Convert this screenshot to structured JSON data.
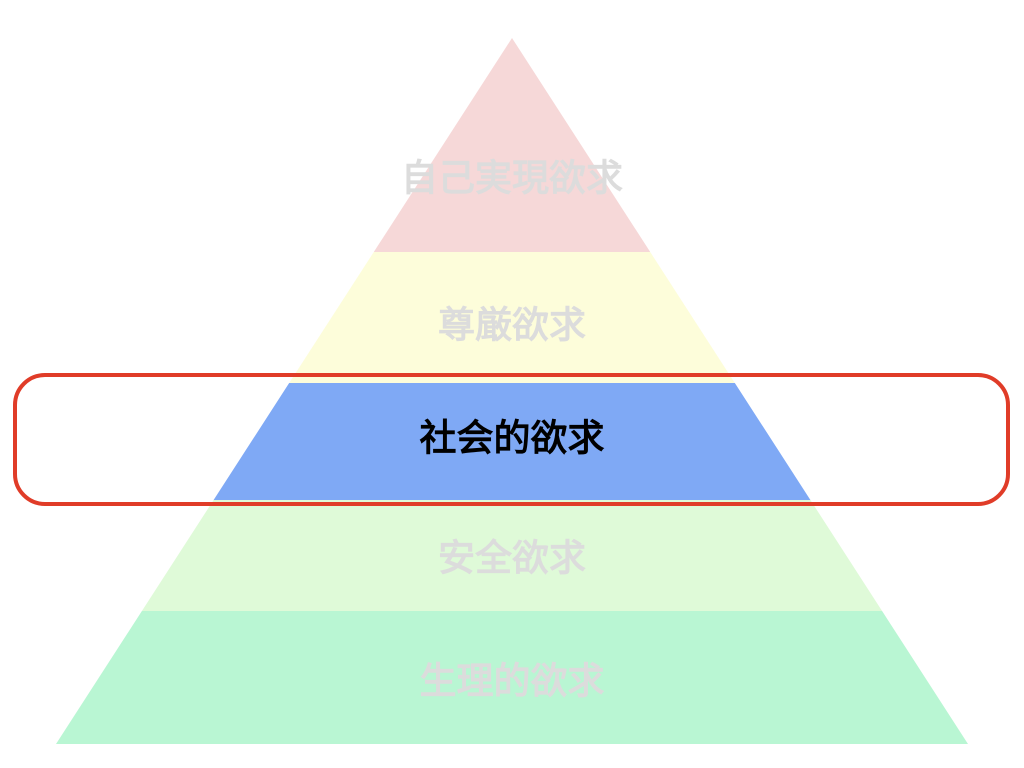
{
  "diagram": {
    "type": "pyramid",
    "levels": [
      {
        "label": "自己実現欲求",
        "fill": "#f6d8d8",
        "text_color": "#dcdcdc",
        "highlighted": false
      },
      {
        "label": "尊厳欲求",
        "fill": "#fdfdda",
        "text_color": "#dcdcdc",
        "highlighted": false
      },
      {
        "label": "社会的欲求",
        "fill": "#7fa9f5",
        "text_color": "#000000",
        "highlighted": true
      },
      {
        "label": "安全欲求",
        "fill": "#dffad8",
        "text_color": "#dcdcdc",
        "highlighted": false
      },
      {
        "label": "生理的欲求",
        "fill": "#b9f6d3",
        "text_color": "#dcdcdc",
        "highlighted": false
      }
    ],
    "highlight_color": "#e03c28"
  }
}
